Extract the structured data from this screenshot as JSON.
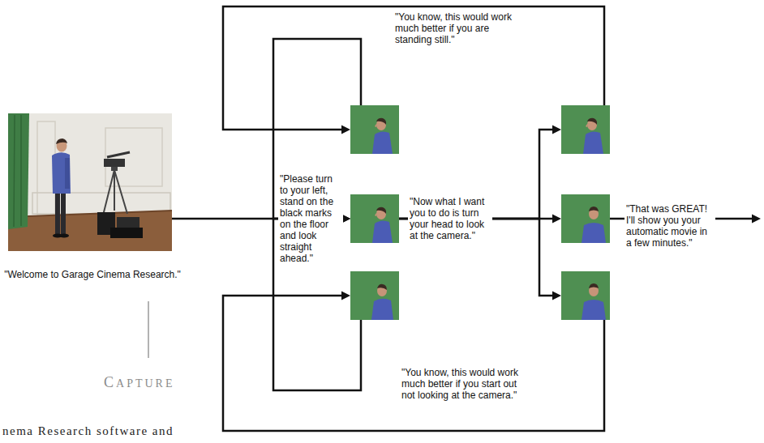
{
  "diagram": {
    "nodes": [
      {
        "text": [
          "\"Welcome to Garage Cinema Research.\""
        ]
      },
      {
        "text": [
          "\"You know, this would work much better if you are standing still.\""
        ]
      },
      {
        "text": []
      },
      {
        "text": [
          "\"You know, this would work much better if you start out not looking at the camera.\""
        ]
      },
      {
        "text": []
      },
      {
        "text": [
          "\"That was GREAT! I'll show you your automatic movie in a few minutes.\""
        ]
      },
      {
        "text": []
      }
    ],
    "edges": [
      {
        "from": 0,
        "to": 2,
        "arrow": "to",
        "label": "\"Please turn to your left, stand on the black marks on the floor and look straight ahead.\""
      },
      {
        "from": 1,
        "to": 2,
        "arrow": "to"
      },
      {
        "from": 3,
        "to": 2,
        "arrow": "to"
      },
      {
        "from": 4,
        "to": 1,
        "arrow": "to"
      },
      {
        "from": 6,
        "to": 3,
        "arrow": "to"
      },
      {
        "from": 2,
        "to": 4,
        "arrow": "to"
      },
      {
        "from": 2,
        "to": 5,
        "arrow": "to",
        "label": "\"Now what I want you to do is turn your head to look at the camera.\""
      },
      {
        "from": 2,
        "to": 6,
        "arrow": "to"
      }
    ],
    "labels": [
      "CAPTURE",
      "nema Research software and"
    ]
  }
}
